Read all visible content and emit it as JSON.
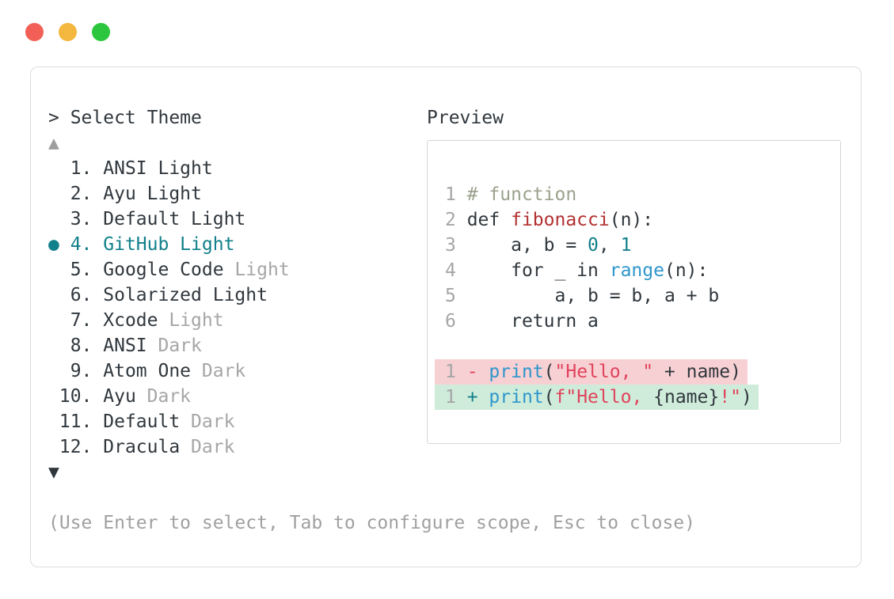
{
  "colors": {
    "accent_teal": "#11808B",
    "syntax_blue": "#2E96CB",
    "syntax_string_crimson": "#E0435C",
    "syntax_function_red": "#B23131",
    "syntax_comment": "#9BA28E",
    "text_dark": "#30373D",
    "text_muted": "#A6A6A6",
    "diff_removed_bg": "#F7D0D3",
    "diff_added_bg": "#CFECDB",
    "traffic_red": "#F15F57",
    "traffic_yellow": "#F3B63E",
    "traffic_green": "#2BC63D"
  },
  "header": {
    "prompt": "> Select Theme",
    "preview_label": "Preview"
  },
  "theme_list": {
    "scroll_up_indicator": "▲",
    "scroll_down_indicator": "▼",
    "selected_index": 4,
    "items": [
      {
        "prefix": "  1. ",
        "base": "ANSI Light",
        "suffix": ""
      },
      {
        "prefix": "  2. ",
        "base": "Ayu Light",
        "suffix": ""
      },
      {
        "prefix": "  3. ",
        "base": "Default Light",
        "suffix": ""
      },
      {
        "prefix": "● 4. ",
        "base": "GitHub Light",
        "suffix": ""
      },
      {
        "prefix": "  5. ",
        "base": "Google Code",
        "suffix": " Light"
      },
      {
        "prefix": "  6. ",
        "base": "Solarized Light",
        "suffix": ""
      },
      {
        "prefix": "  7. ",
        "base": "Xcode",
        "suffix": " Light"
      },
      {
        "prefix": "  8. ",
        "base": "ANSI",
        "suffix": " Dark"
      },
      {
        "prefix": "  9. ",
        "base": "Atom One",
        "suffix": " Dark"
      },
      {
        "prefix": " 10. ",
        "base": "Ayu",
        "suffix": " Dark"
      },
      {
        "prefix": " 11. ",
        "base": "Default",
        "suffix": " Dark"
      },
      {
        "prefix": " 12. ",
        "base": "Dracula",
        "suffix": " Dark"
      }
    ]
  },
  "preview": {
    "code_lines": [
      {
        "num": "1 ",
        "comment": "# function"
      },
      {
        "num": "2 ",
        "k1": "def ",
        "fn": "fibonacci",
        "rest": "(n):"
      },
      {
        "num": "3 ",
        "a": "    a, b = ",
        "n1": "0",
        "b": ", ",
        "n2": "1"
      },
      {
        "num": "4 ",
        "a": "    for _ in ",
        "fn": "range",
        "b": "(n):"
      },
      {
        "num": "5 ",
        "a": "        a, b = b, a + b"
      },
      {
        "num": "6 ",
        "a": "    return a"
      }
    ],
    "diff_removed": {
      "num": "1 ",
      "op": "- ",
      "fn": "print",
      "p1": "(",
      "str": "\"Hello, \"",
      "tail": " + name)"
    },
    "diff_added": {
      "num": "1 ",
      "op": "+ ",
      "fn": "print",
      "p1": "(",
      "str1": "f\"Hello, ",
      "mid": "{name}",
      "str2": "!\"",
      "tail": ")"
    }
  },
  "footer": {
    "hint": "(Use Enter to select, Tab to configure scope, Esc to close)"
  }
}
